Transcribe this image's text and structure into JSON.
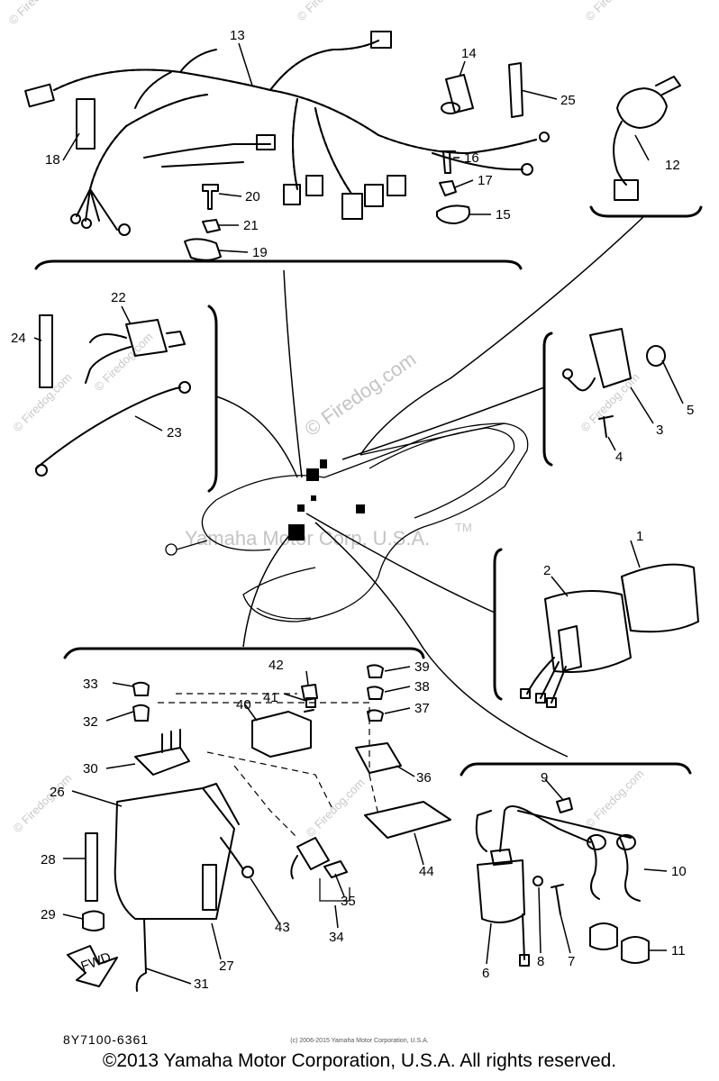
{
  "callouts": {
    "p1": "1",
    "p2": "2",
    "p3": "3",
    "p4": "4",
    "p5": "5",
    "p6": "6",
    "p7": "7",
    "p8": "8",
    "p9": "9",
    "p10": "10",
    "p11": "11",
    "p12": "12",
    "p13": "13",
    "p14": "14",
    "p15": "15",
    "p16": "16",
    "p17": "17",
    "p18": "18",
    "p19": "19",
    "p20": "20",
    "p21": "21",
    "p22": "22",
    "p23": "23",
    "p24": "24",
    "p25": "25",
    "p26": "26",
    "p27": "27",
    "p28": "28",
    "p29": "29",
    "p30": "30",
    "p31": "31",
    "p32": "32",
    "p33": "33",
    "p34": "34",
    "p35": "35",
    "p36": "36",
    "p37": "37",
    "p38": "38",
    "p39": "39",
    "p40": "40",
    "p41": "41",
    "p42": "42",
    "p43": "43",
    "p44": "44"
  },
  "fwd_label": "FWD",
  "drawing_code": "8Y7100-6361",
  "watermark": "© Firedog.com",
  "watermark_center": "© Firedog.com",
  "yamaha_watermark": "Yamaha Motor Corp, U.S.A.",
  "trademark": "TM",
  "small_copyright": "(c) 2006-2015 Yamaha Motor Corporation, U.S.A.",
  "footer_copyright": "©2013 Yamaha Motor Corporation, U.S.A. All rights reserved."
}
